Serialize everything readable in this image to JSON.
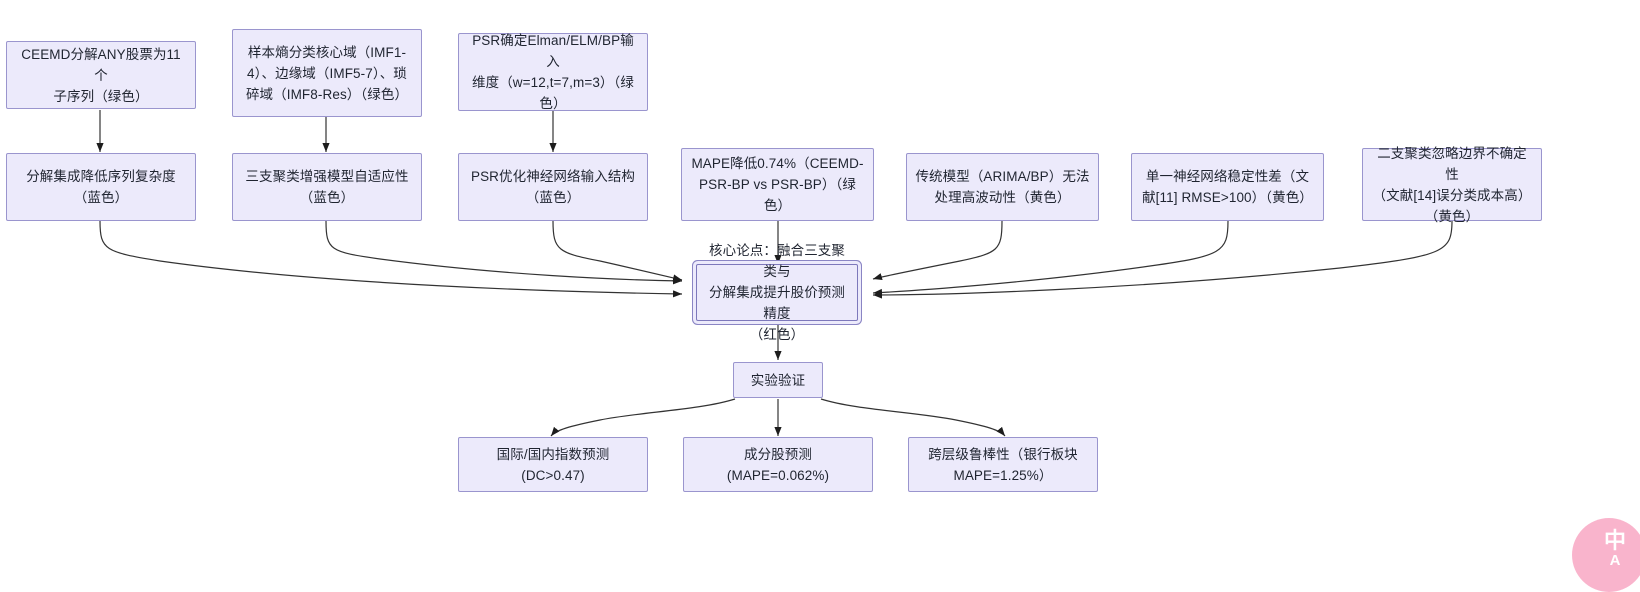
{
  "diagram": {
    "type": "flowchart",
    "direction": "bottom-up-convergent",
    "background": "#ffffff",
    "node_fill": "#ECEAFB",
    "node_border": "#9A95CE",
    "edge_color": "#333333",
    "nodes": {
      "n1": {
        "text": "CEEMD分解ANY股票为11个\n子序列（绿色）"
      },
      "n2": {
        "text": "样本熵分类核心域（IMF1-\n4）、边缘域（IMF5-7）、琐\n碎域（IMF8-Res）（绿色）"
      },
      "n3": {
        "text": "PSR确定Elman/ELM/BP输入\n维度（w=12,t=7,m=3）（绿\n色）"
      },
      "n4": {
        "text": "分解集成降低序列复杂度\n（蓝色）"
      },
      "n5": {
        "text": "三支聚类增强模型自适应性\n（蓝色）"
      },
      "n6": {
        "text": "PSR优化神经网络输入结构\n（蓝色）"
      },
      "n7": {
        "text": "MAPE降低0.74%（CEEMD-\nPSR-BP vs PSR-BP）（绿\n色）"
      },
      "n8": {
        "text": "传统模型（ARIMA/BP）无法\n处理高波动性（黄色）"
      },
      "n9": {
        "text": "单一神经网络稳定性差（文\n献[11] RMSE>100）（黄色）"
      },
      "n10": {
        "text": "二支聚类忽略边界不确定性\n（文献[14]误分类成本高）\n（黄色）"
      },
      "core": {
        "text": "核心论点：融合三支聚类与\n分解集成提升股价预测精度\n（红色）"
      },
      "exp": {
        "text": "实验验证"
      },
      "r1": {
        "text": "国际/国内指数预测\n(DC>0.47)"
      },
      "r2": {
        "text": "成分股预测\n(MAPE=0.062%)"
      },
      "r3": {
        "text": "跨层级鲁棒性（银行板块\nMAPE=1.25%）"
      }
    },
    "watermark": {
      "main": "中",
      "sub": "A"
    }
  }
}
